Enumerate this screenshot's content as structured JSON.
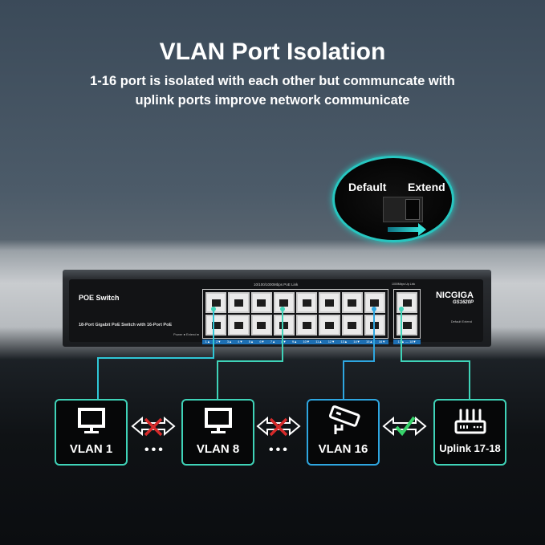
{
  "title": "VLAN Port Isolation",
  "subtitle_lines": [
    "1-16 port is isolated with each other but communcate with",
    "uplink ports improve network communicate"
  ],
  "inset": {
    "left_label": "Default",
    "right_label": "Extend"
  },
  "switch": {
    "name": "POE Switch",
    "description": "18-Port Gigabit PoE Switch with 16-Port PoE",
    "led_labels": "Power ● Extend ●",
    "port_group_label": "10/100/1000Mbps PoE Link",
    "uplink_label": "1000Mbps Up Link",
    "brand": "NICGIGA",
    "model": "GS1620P",
    "switch_labels": "Default Extend",
    "port_labels": [
      "1▲",
      "2▼",
      "3▲",
      "4▼",
      "5▲",
      "6▼",
      "7▲",
      "8▼",
      "9▲",
      "10▼",
      "11▲",
      "12▼",
      "13▲",
      "14▼",
      "15▲",
      "16▼"
    ],
    "uplink_ports": "17▲ — 18▼"
  },
  "vlans": [
    {
      "label": "VLAN 1",
      "icon": "monitor-icon"
    },
    {
      "label": "VLAN 8",
      "icon": "monitor-icon"
    },
    {
      "label": "VLAN 16",
      "icon": "camera-icon"
    },
    {
      "label": "Uplink 17-18",
      "icon": "router-icon"
    }
  ],
  "dots": "•••",
  "colors": {
    "teal": "#3fd3b8",
    "blue": "#2ea6e0",
    "green": "#37d36b",
    "cross": "#d62a2a"
  }
}
